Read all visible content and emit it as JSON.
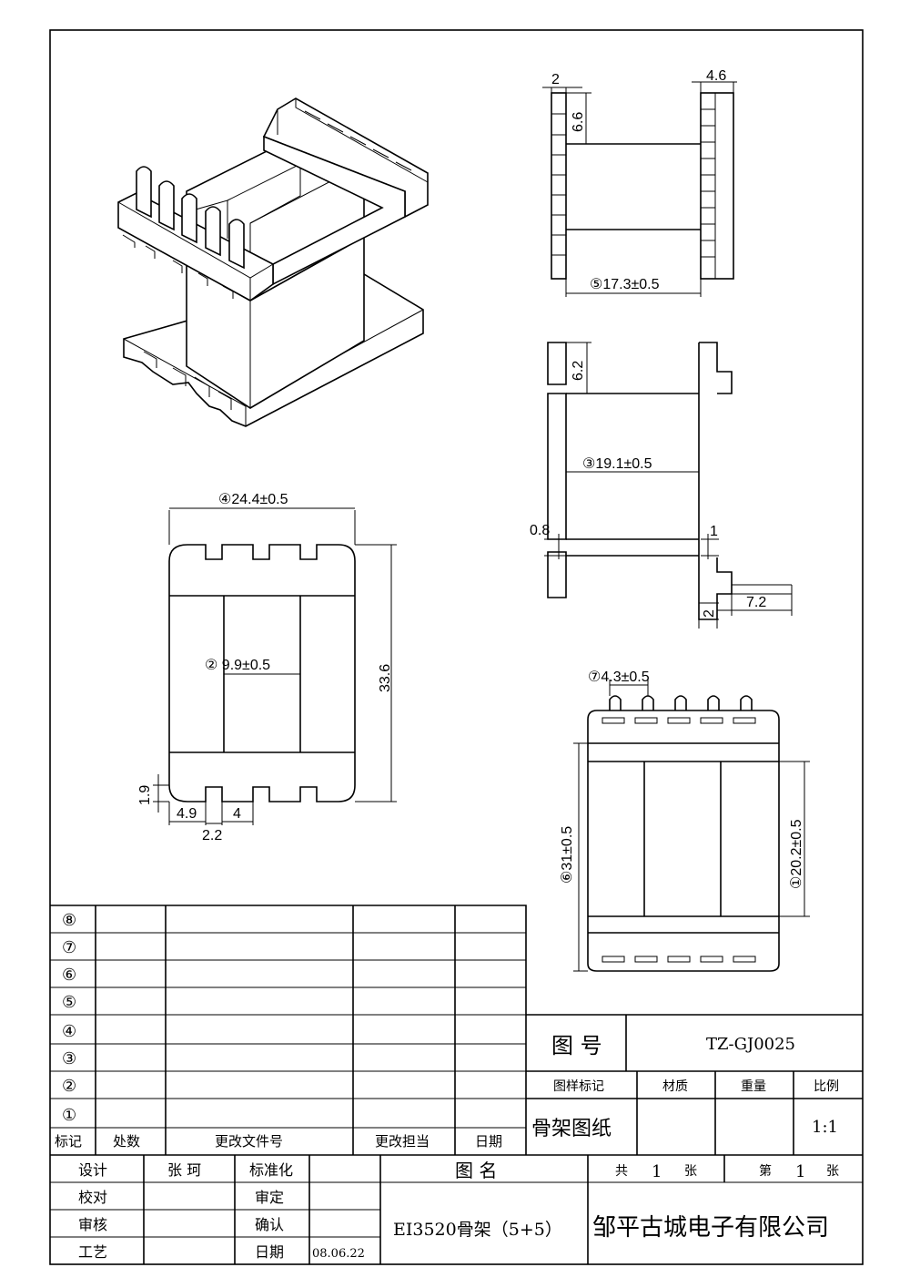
{
  "dims": {
    "top_width": "2",
    "top_width2": "4.6",
    "top_h": "6.6",
    "d5": "⑤17.3±0.5",
    "side_h": "6.2",
    "d3": "③19.1±0.5",
    "d08": "0.8",
    "d1": "1",
    "d2b": "2",
    "d72": "7.2",
    "d4": "④24.4±0.5",
    "d2": "② 9.9±0.5",
    "d336": "33.6",
    "d19": "1.9",
    "d49": "4.9",
    "d4b": "4",
    "d22": "2.2",
    "d7": "⑦4.3±0.5",
    "d6": "⑥31±0.5",
    "d1c": "①20.2±0.5"
  },
  "rev_table": {
    "rows": [
      "⑧",
      "⑦",
      "⑥",
      "⑤",
      "④",
      "③",
      "②",
      "①"
    ],
    "headers": [
      "标记",
      "处数",
      "更改文件号",
      "更改担当",
      "日期"
    ]
  },
  "title_block": {
    "drawing_no_label": "图  号",
    "drawing_no": "TZ-GJ0025",
    "col_mark": "图样标记",
    "col_material": "材质",
    "col_weight": "重量",
    "col_scale": "比例",
    "doc_type": "骨架图纸",
    "scale": "1:1",
    "design_label": "设计",
    "designer": "张 珂",
    "standard_label": "标准化",
    "check_label": "校对",
    "review_label": "审定",
    "audit_label": "审核",
    "confirm_label": "确认",
    "process_label": "工艺",
    "date_label": "日期",
    "date": "08.06.22",
    "name_label": "图  名",
    "name": "EI3520骨架（5+5）",
    "total_label": "共",
    "total": "1",
    "sheet_unit1": "张",
    "sheet_label": "第",
    "sheet": "1",
    "sheet_unit2": "张",
    "company": "邹平古城电子有限公司"
  }
}
